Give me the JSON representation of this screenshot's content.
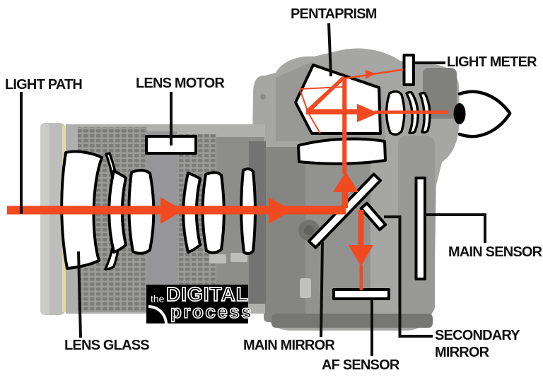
{
  "labels": {
    "light_path": "LIGHT PATH",
    "lens_motor": "LENS MOTOR",
    "pentaprism": "PENTAPRISM",
    "light_meter": "LIGHT METER",
    "main_sensor": "MAIN SENSOR",
    "lens_glass": "LENS GLASS",
    "main_mirror": "MAIN MIRROR",
    "af_sensor": "AF SENSOR",
    "secondary_mirror_line1": "SECONDARY",
    "secondary_mirror_line2": "MIRROR"
  },
  "logo": {
    "prefix": "the",
    "line1": "DIGITAL",
    "line2": "process"
  },
  "icons": [
    {
      "name": "eye-icon",
      "meaning": "photographer's eye at viewfinder"
    }
  ],
  "colors": {
    "beam": "#F14A21",
    "label_text": "#111111",
    "diagram_outline": "#000000",
    "glass_fill": "#FFFFFF",
    "logo_background": "#000000",
    "logo_foreground": "#FFFFFF"
  }
}
